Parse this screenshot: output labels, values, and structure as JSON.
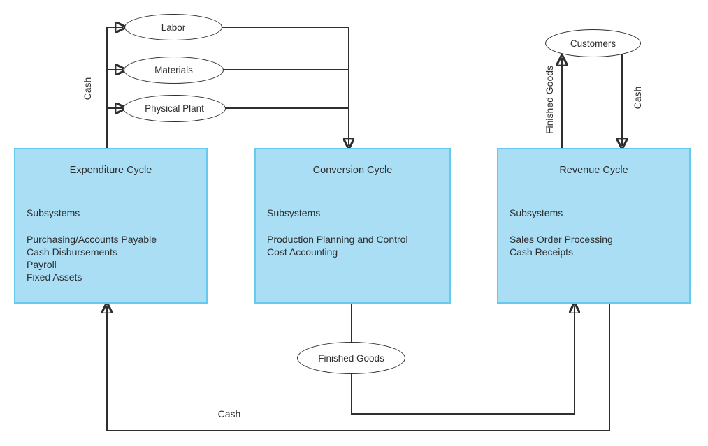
{
  "colors": {
    "box_fill": "#a9def5",
    "box_border": "#66c9ee",
    "line": "#2f2f2f",
    "background": "#ffffff"
  },
  "ellipses": {
    "labor": "Labor",
    "materials": "Materials",
    "physical_plant": "Physical Plant",
    "customers": "Customers",
    "finished_goods": "Finished Goods"
  },
  "cycles": {
    "expenditure": {
      "title": "Expenditure Cycle",
      "subheading": "Subsystems",
      "items": [
        "Purchasing/Accounts Payable",
        "Cash Disbursements",
        "Payroll",
        "Fixed Assets"
      ]
    },
    "conversion": {
      "title": "Conversion Cycle",
      "subheading": "Subsystems",
      "items": [
        "Production Planning and Control",
        "Cost Accounting"
      ]
    },
    "revenue": {
      "title": "Revenue Cycle",
      "subheading": "Subsystems",
      "items": [
        "Sales Order Processing",
        "Cash Receipts"
      ]
    }
  },
  "flow_labels": {
    "cash_to_resources": "Cash",
    "finished_goods_to_customers": "Finished Goods",
    "cash_from_customers": "Cash",
    "cash_bottom": "Cash"
  }
}
